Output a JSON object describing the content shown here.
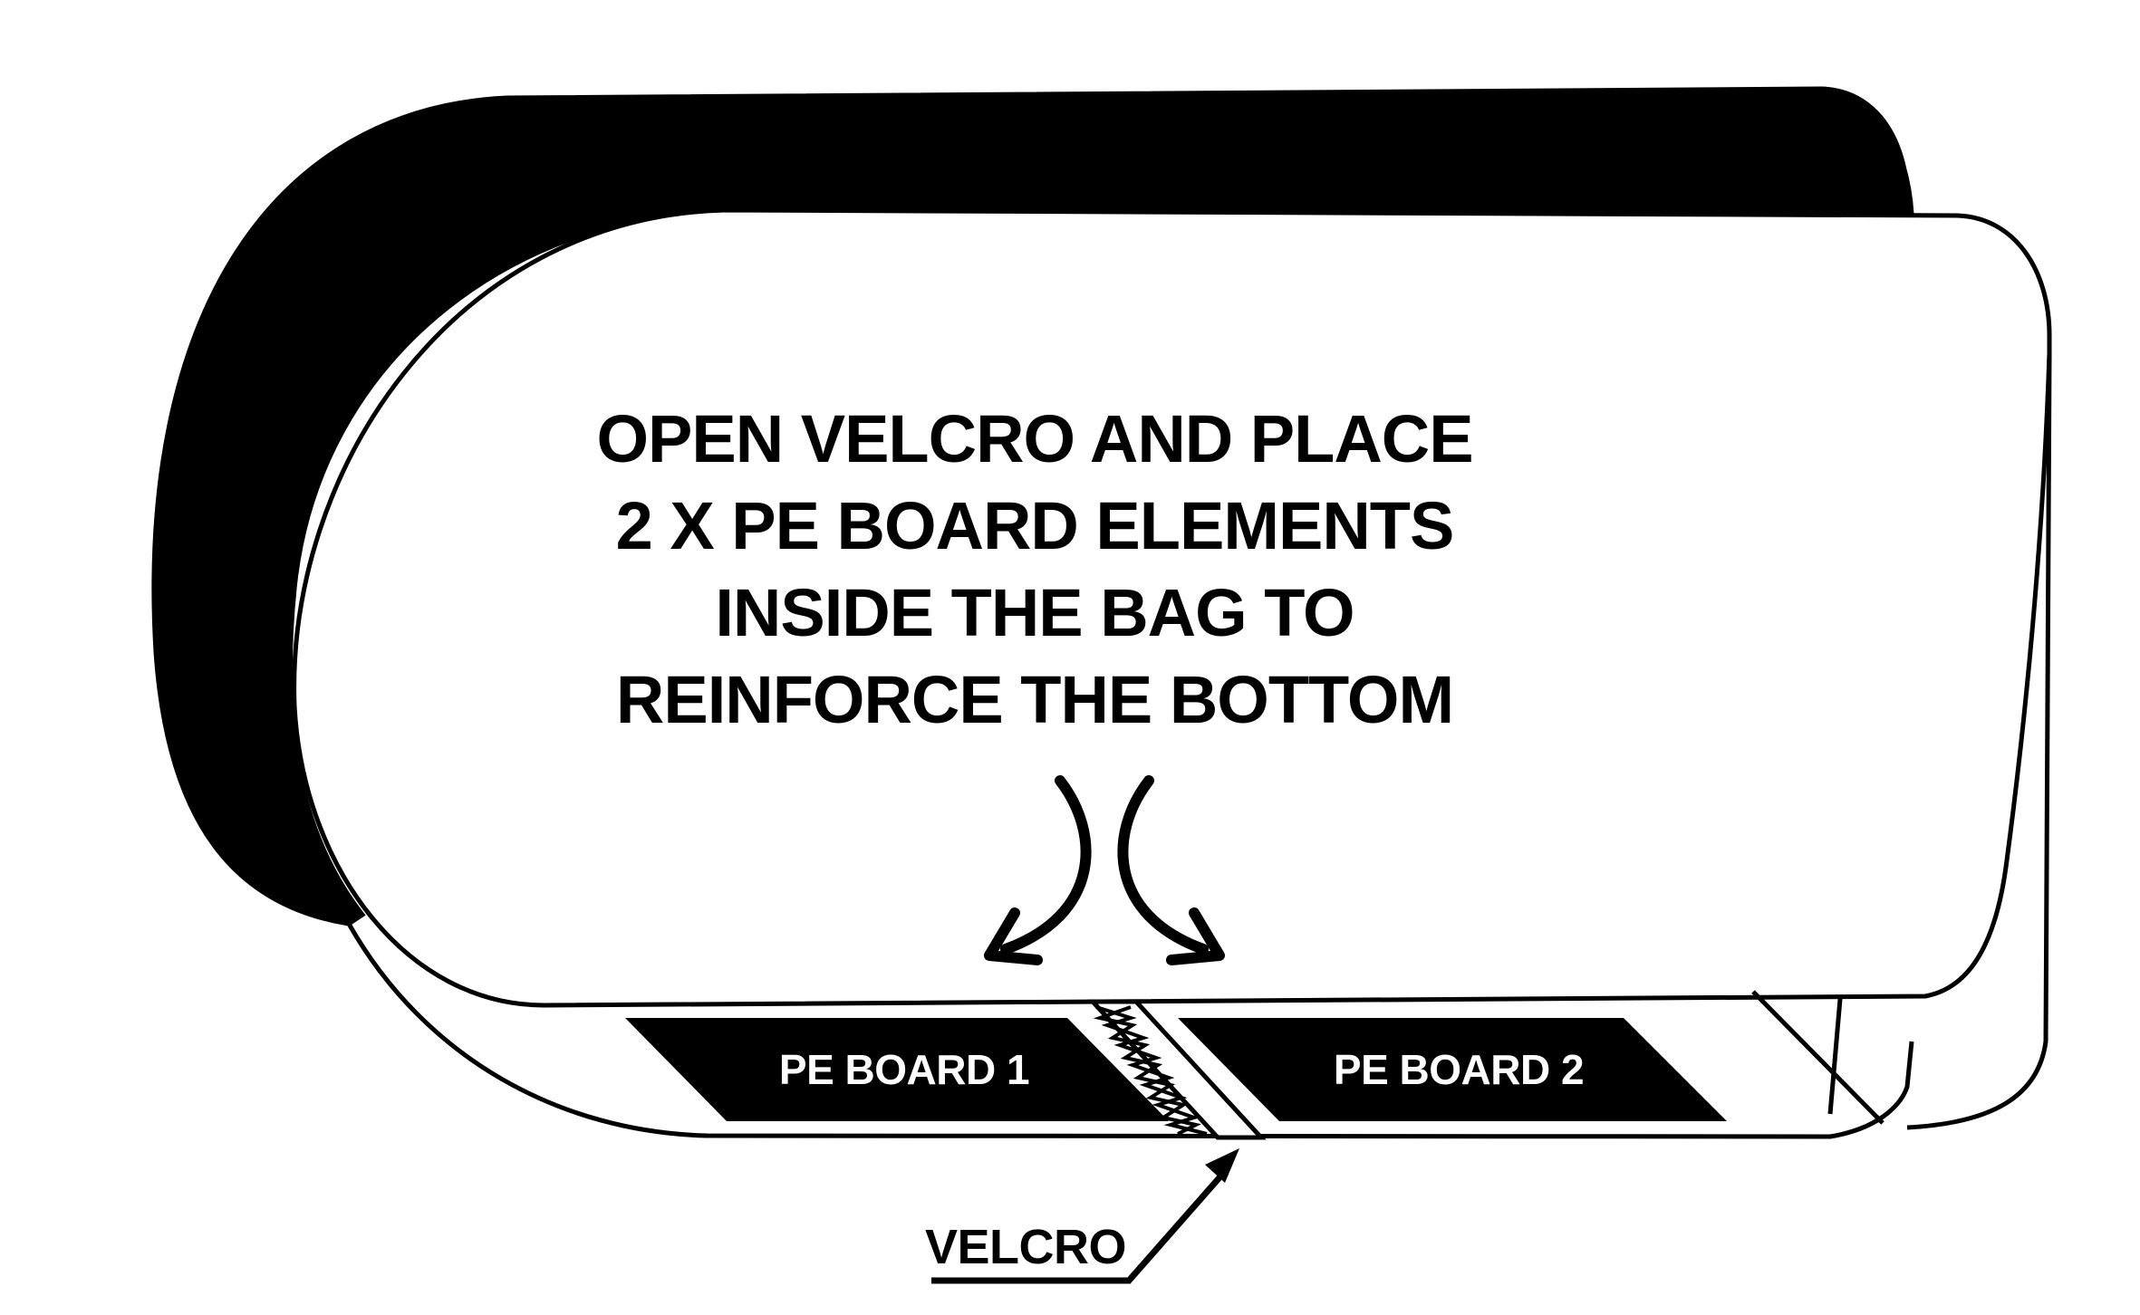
{
  "instructions": {
    "lines": [
      "OPEN VELCRO AND PLACE",
      "2 X PE BOARD ELEMENTS",
      "INSIDE THE BAG TO",
      "REINFORCE THE BOTTOM"
    ]
  },
  "boards": {
    "board_1": "PE BOARD 1",
    "board_2": "PE BOARD 2"
  },
  "velcro": {
    "label": "VELCRO"
  },
  "colors": {
    "ink": "#000000",
    "paper": "#ffffff"
  }
}
